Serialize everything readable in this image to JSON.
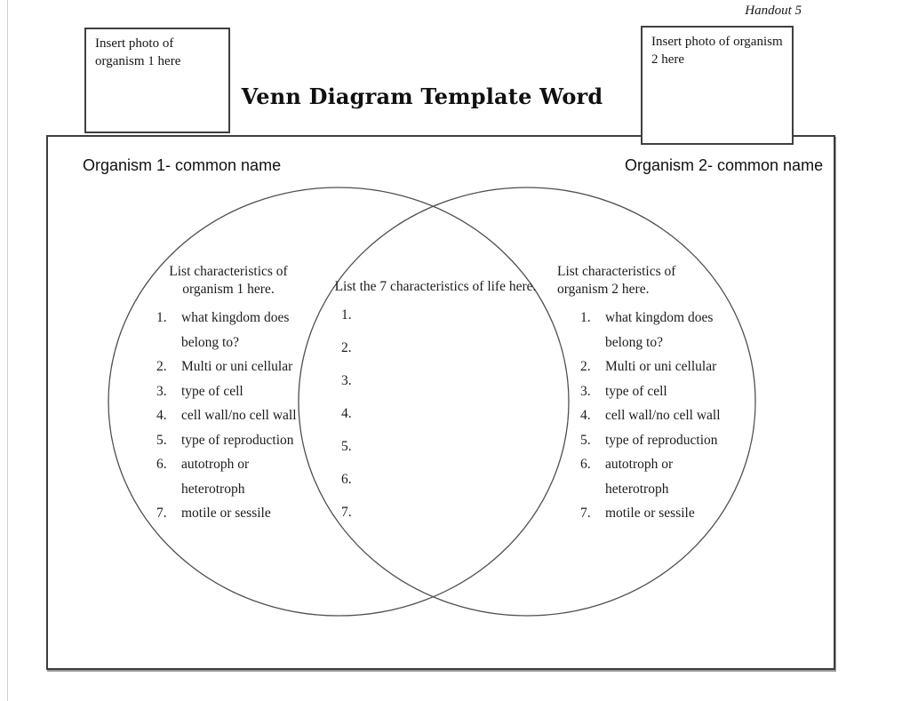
{
  "page": {
    "handout_label": "Handout 5",
    "title": "Venn Diagram Template Word"
  },
  "photo_boxes": {
    "left_text": "Insert photo of organism 1 here",
    "right_text": "Insert photo of organism 2 here"
  },
  "organism_labels": {
    "left": "Organism 1- common name",
    "right": "Organism 2- common name"
  },
  "venn": {
    "left": {
      "heading": "List characteristics of organism 1 here.",
      "items": [
        {
          "num": "1.",
          "text": "what kingdom does belong to?"
        },
        {
          "num": "2.",
          "text": "Multi or uni cellular"
        },
        {
          "num": "3.",
          "text": "type of cell"
        },
        {
          "num": "4.",
          "text": "cell wall/no cell wall"
        },
        {
          "num": "5.",
          "text": "type of reproduction"
        },
        {
          "num": "6.",
          "text": "autotroph or heterotroph"
        },
        {
          "num": "7.",
          "text": "motile or sessile"
        }
      ]
    },
    "middle": {
      "heading": "List the 7 characteristics of life here.",
      "items": [
        {
          "num": "1.",
          "text": ""
        },
        {
          "num": "2.",
          "text": ""
        },
        {
          "num": "3.",
          "text": ""
        },
        {
          "num": "4.",
          "text": ""
        },
        {
          "num": "5.",
          "text": ""
        },
        {
          "num": "6.",
          "text": ""
        },
        {
          "num": "7.",
          "text": ""
        }
      ]
    },
    "right": {
      "heading": "List characteristics of organism 2 here.",
      "items": [
        {
          "num": "1.",
          "text": "what kingdom does belong to?"
        },
        {
          "num": "2.",
          "text": "Multi or uni cellular"
        },
        {
          "num": "3.",
          "text": "type of cell"
        },
        {
          "num": "4.",
          "text": "cell wall/no cell wall"
        },
        {
          "num": "5.",
          "text": "type of reproduction"
        },
        {
          "num": "6.",
          "text": "autotroph or heterotroph"
        },
        {
          "num": "7.",
          "text": "motile or sessile"
        }
      ]
    }
  },
  "colors": {
    "box_border": "#404040",
    "rect_border": "#3d3d3d",
    "circle_stroke": "#4f4f4f",
    "text": "#1c1c1c"
  }
}
